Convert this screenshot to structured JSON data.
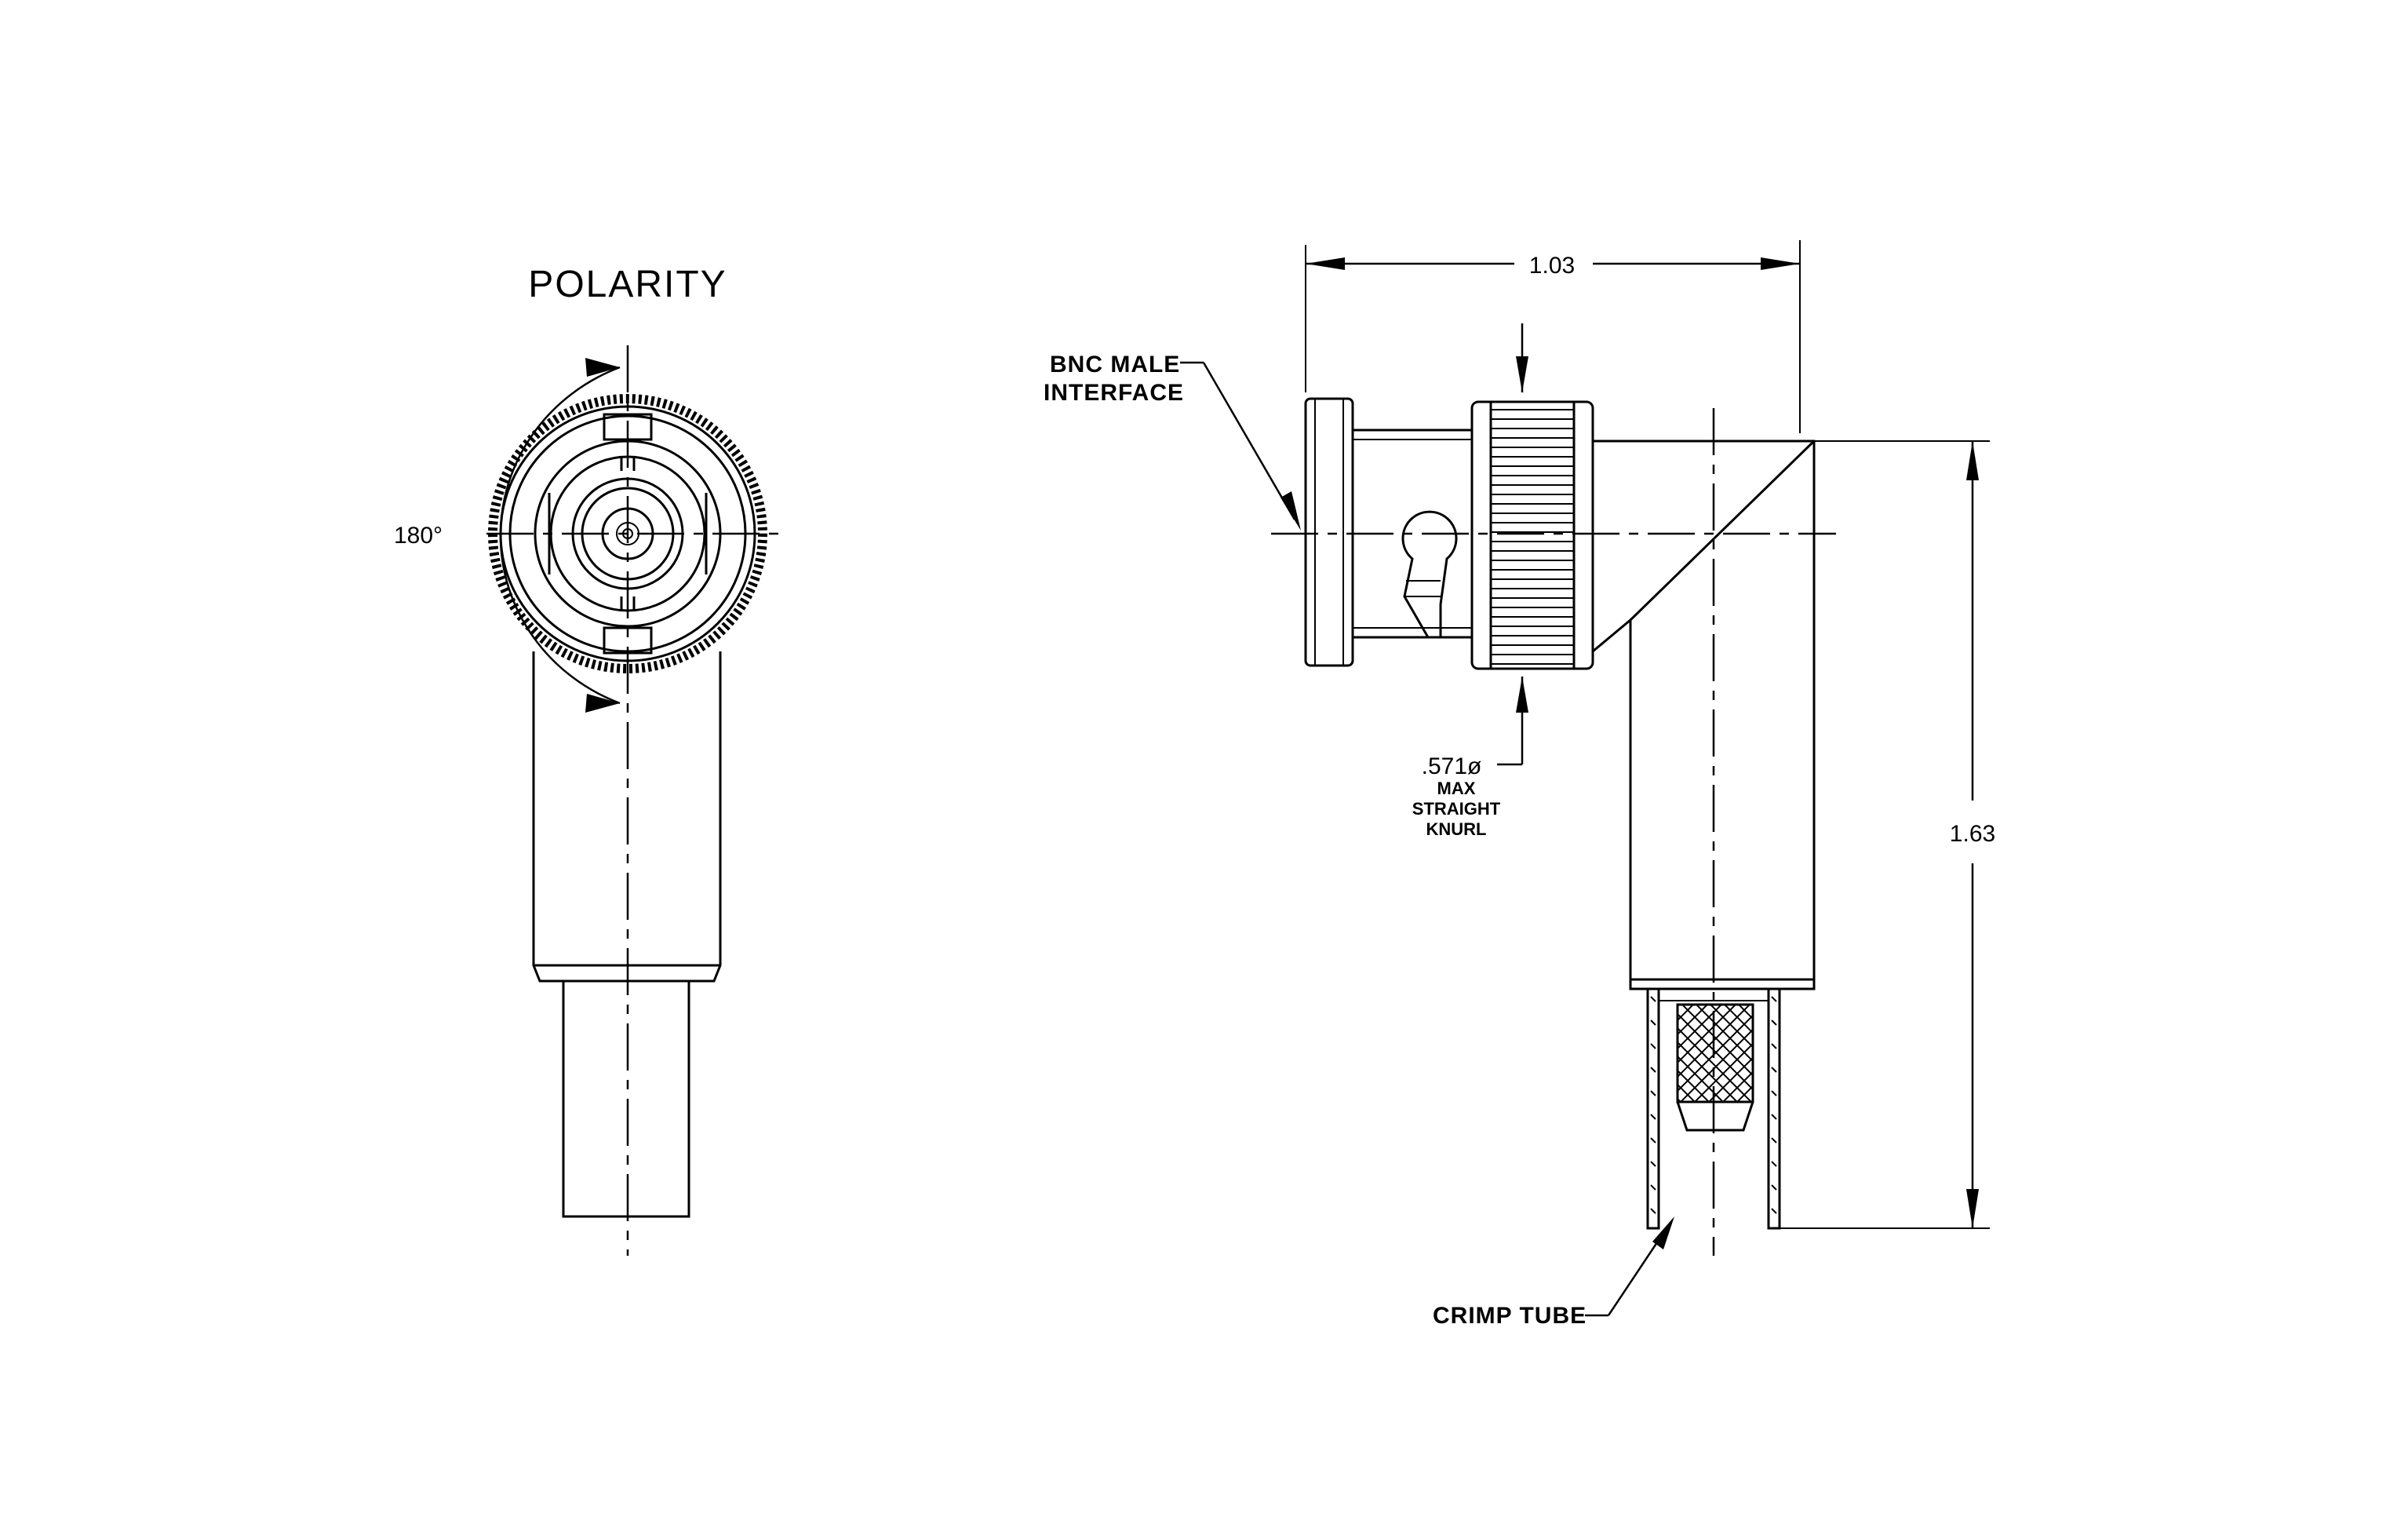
{
  "drawing": {
    "polarity_title": "POLARITY",
    "polarity_angle": "180°",
    "dim_width": "1.03",
    "dim_height": "1.63",
    "knurl_dim": ".571ø",
    "knurl_note_1": "MAX",
    "knurl_note_2": "STRAIGHT",
    "knurl_note_3": "KNURL",
    "label_bnc_1": "BNC  MALE",
    "label_bnc_2": "INTERFACE",
    "label_crimp": "CRIMP  TUBE"
  }
}
